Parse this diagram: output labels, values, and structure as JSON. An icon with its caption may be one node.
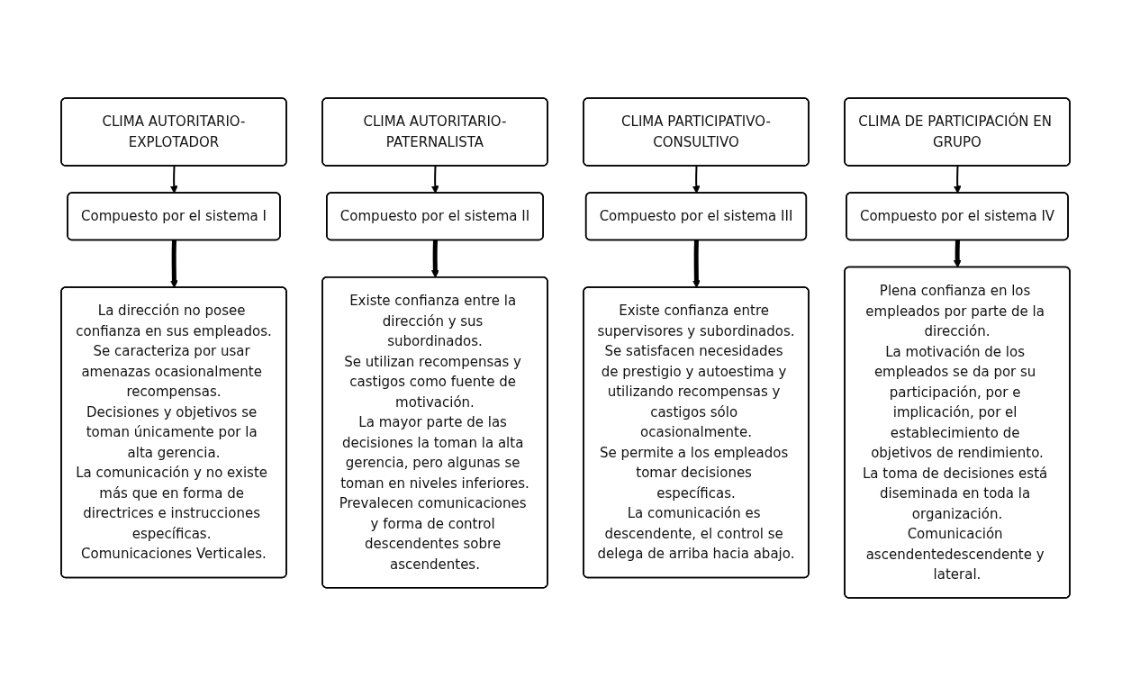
{
  "diagram": {
    "nodes": [
      {
        "text": [
          "CLIMA AUTORITARIO-EXPLOTADOR"
        ]
      },
      {
        "text": [
          "CLIMA AUTORITARIO-PATERNALISTA"
        ]
      },
      {
        "text": [
          "CLIMA PARTICIPATIVO-CONSULTIVO"
        ]
      },
      {
        "text": [
          "CLIMA DE PARTICIPACIÓN EN GRUPO"
        ]
      },
      {
        "text": [
          "Compuesto por el sistema I"
        ]
      },
      {
        "text": [
          "Compuesto por el sistema II"
        ]
      },
      {
        "text": [
          "Compuesto por el sistema III"
        ]
      },
      {
        "text": [
          "Compuesto por el sistema IV"
        ]
      },
      {
        "text": [
          "La dirección no posee confianza en sus empleados.",
          "Se caracteriza por usar amenazas ocasionalmente recompensas.",
          "Decisiones y objetivos se toman únicamente por la alta gerencia.",
          "La comunicación y no existe más que en forma de directrices e instrucciones específicas. Comunicaciones Verticales."
        ]
      },
      {
        "text": [
          "Existe confianza entre la dirección y sus subordinados.",
          "Se utilizan recompensas y castigos como fuente de motivación.",
          "La mayor parte de las decisiones la toman la alta gerencia, pero algunas se toman en niveles inferiores.",
          "Prevalecen comunicaciones y forma de control descendentes sobre ascendentes."
        ]
      },
      {
        "text": [
          "Existe confianza entre supervisores y subordinados.",
          "Se satisfacen necesidades de prestigio y autoestima y utilizando recompensas y castigos sólo ocasionalmente.",
          "Se permite a los empleados tomar decisiones específicas.",
          "La comunicación es descendente, el control se delega de arriba hacia abajo."
        ]
      },
      {
        "text": [
          "Plena confianza en los empleados por parte de la dirección.",
          "La motivación de los empleados se da por su participación, por e implicación, por el establecimiento de objetivos de rendimiento.",
          "La toma de decisiones está diseminada en toda la organización.",
          "Comunicación ascendentedescendente y lateral."
        ]
      }
    ],
    "edges": [
      {
        "from": 0,
        "to": 4,
        "arrow": "to"
      },
      {
        "from": 4,
        "to": 8,
        "arrow": "to",
        "style": "thick"
      },
      {
        "from": 1,
        "to": 5,
        "arrow": "to"
      },
      {
        "from": 5,
        "to": 9,
        "arrow": "to",
        "style": "thick"
      },
      {
        "from": 2,
        "to": 6,
        "arrow": "to"
      },
      {
        "from": 6,
        "to": 10,
        "arrow": "to",
        "style": "thick"
      },
      {
        "from": 3,
        "to": 7,
        "arrow": "to"
      },
      {
        "from": 7,
        "to": 11,
        "arrow": "to",
        "style": "thick"
      }
    ]
  }
}
